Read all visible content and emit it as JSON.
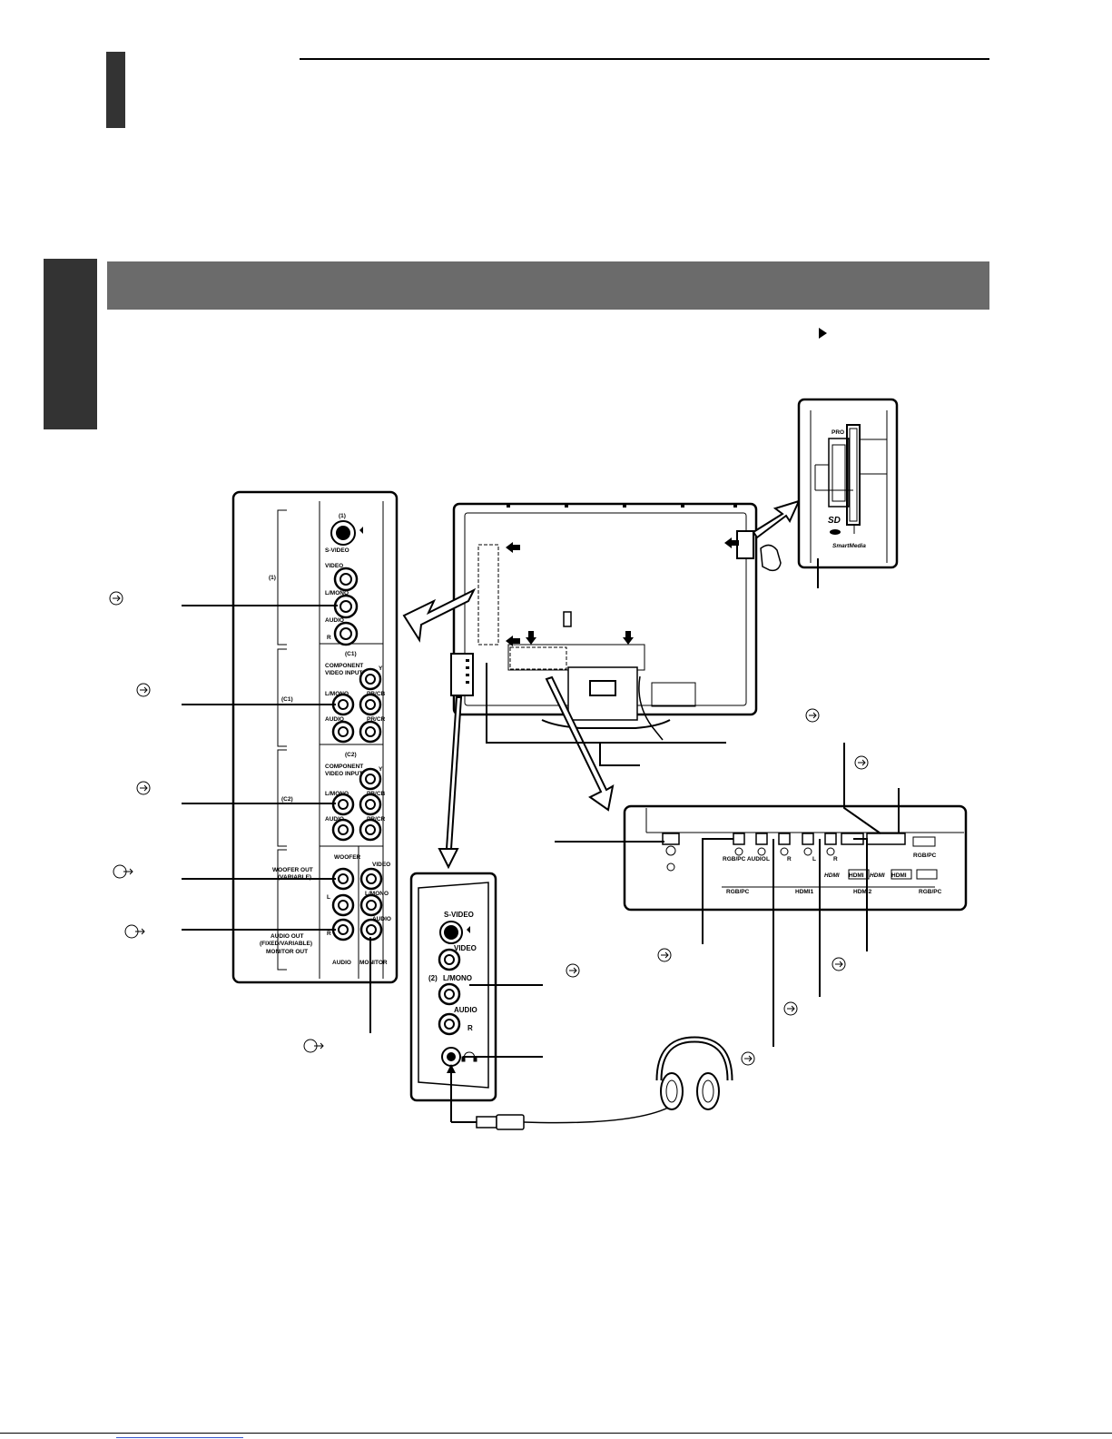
{
  "side_tab": {
    "color": "#333333"
  },
  "section_bar": {
    "color": "#6b6b6b"
  },
  "card_panel": {
    "labels": {
      "pro": "PRO",
      "sd": "SD",
      "smartmedia": "SmartMedia"
    }
  },
  "left_panel": {
    "labels": {
      "in1": "(1)",
      "svideo": "S-VIDEO",
      "video": "VIDEO",
      "lmono": "L/MONO",
      "audio": "AUDIO",
      "r": "R",
      "c1": "(C1)",
      "c2": "(C2)",
      "component_line1": "COMPONENT",
      "component_line2": "VIDEO INPUT",
      "y": "Y",
      "pbcb": "PB/CB",
      "prcr": "PR/CR",
      "woofer": "WOOFER",
      "woofer_out": "WOOFER OUT",
      "variable": "(VARIABLE)",
      "l": "L",
      "audio_out": "AUDIO OUT",
      "fixed_variable": "(FIXED/VARIABLE)",
      "monitor_out": "MONITOR OUT",
      "monitor": "MONITOR"
    }
  },
  "front_panel": {
    "labels": {
      "svideo": "S-VIDEO",
      "video": "VIDEO",
      "lmono": "L/MONO",
      "audio": "AUDIO",
      "r": "R",
      "in2": "(2)"
    }
  },
  "bottom_panel": {
    "labels": {
      "rgbpc_audio": "RGB/PC AUDIO",
      "l": "L",
      "r": "R",
      "hdmi": "HDMI",
      "hdmi1": "HDMI1",
      "hdmi2": "HDMI2",
      "rgbpc": "RGB/PC"
    }
  },
  "icons": {
    "arrow": "right-arrow-icon",
    "input": "input-icon",
    "output": "output-icon",
    "headphones": "headphones-icon",
    "hand": "hand-icon"
  }
}
